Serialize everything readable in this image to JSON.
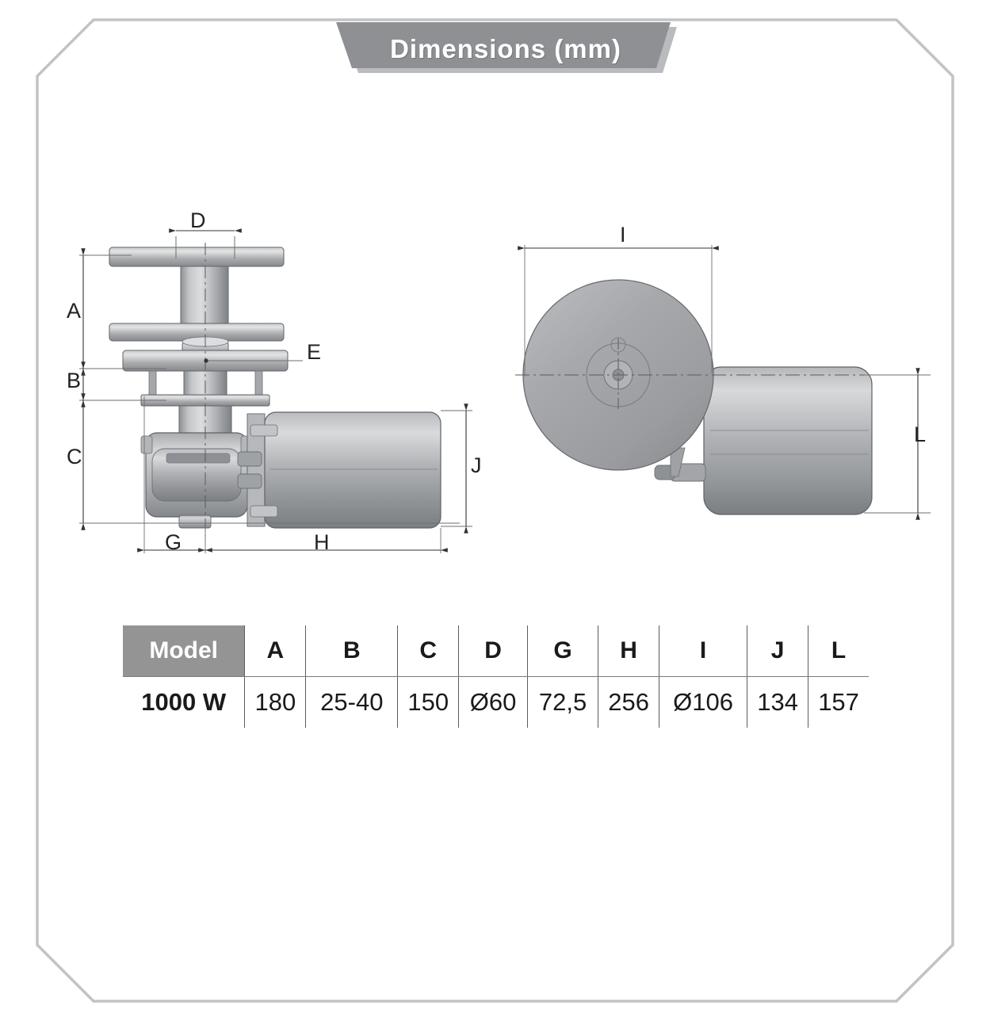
{
  "header": {
    "title": "Dimensions  (mm)"
  },
  "frame": {
    "border_color": "#c3c3c7"
  },
  "drawings": {
    "left_view": {
      "name": "front-elevation-view",
      "description": "Front elevation of vertical capstan windlass with drum, deck flange and horizontal electric motor",
      "dimension_labels": [
        "D",
        "A",
        "B",
        "E",
        "C",
        "J",
        "G",
        "H"
      ]
    },
    "right_view": {
      "name": "top-plan-view",
      "description": "Top plan view showing drum diameter and motor projection",
      "dimension_labels": [
        "I",
        "L"
      ]
    }
  },
  "table": {
    "headers": [
      "Model",
      "A",
      "B",
      "C",
      "D",
      "G",
      "H",
      "I",
      "J",
      "L"
    ],
    "rows": [
      [
        "1000 W",
        "180",
        "25-40",
        "150",
        "Ø60",
        "72,5",
        "256",
        "Ø106",
        "134",
        "157"
      ]
    ],
    "head_bg": "#949494",
    "head_text_color": "#ffffff"
  },
  "colors": {
    "banner_fill": "#8e9094",
    "banner_shadow": "#b9bbbe",
    "metal_light": "#d2d4d6",
    "metal_mid": "#a8aaad",
    "metal_dark": "#76797d",
    "line": "#5c5c5c"
  }
}
